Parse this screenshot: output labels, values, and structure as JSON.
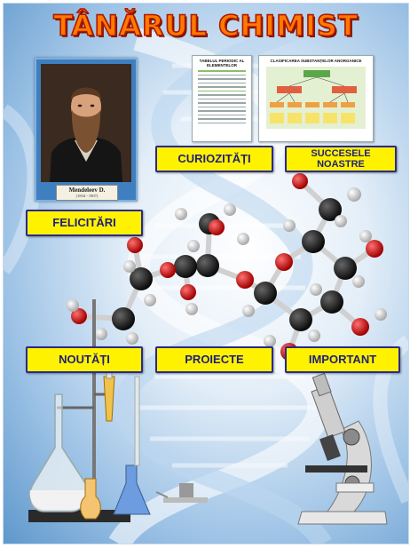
{
  "poster": {
    "title": "TÂNĂRUL  CHIMIST",
    "portrait": {
      "name": "Mendeleev D.",
      "dates": "(1834 - 1907)"
    },
    "documents": {
      "left_heading": "TABELUL PERIODIC AL ELEMENTELOR",
      "right_heading": "CLASIFICAREA SUBSTANȚELOR ANORGANICE"
    },
    "labels": {
      "felicitari": "FELICITĂRI",
      "curiozitati": "CURIOZITĂȚI",
      "succesele": "SUCCESELE NOASTRE",
      "noutati": "NOUTĂȚI",
      "proiecte": "PROIECTE",
      "important": "IMPORTANT"
    }
  },
  "colors": {
    "title_fill": "#ff7a00",
    "title_outline": "#b01800",
    "label_fill": "#fff200",
    "label_text": "#1f1f7a",
    "atom_carbon": "#1a1a1a",
    "atom_oxygen": "#d81818",
    "atom_hydrogen": "#e8e8e8"
  }
}
